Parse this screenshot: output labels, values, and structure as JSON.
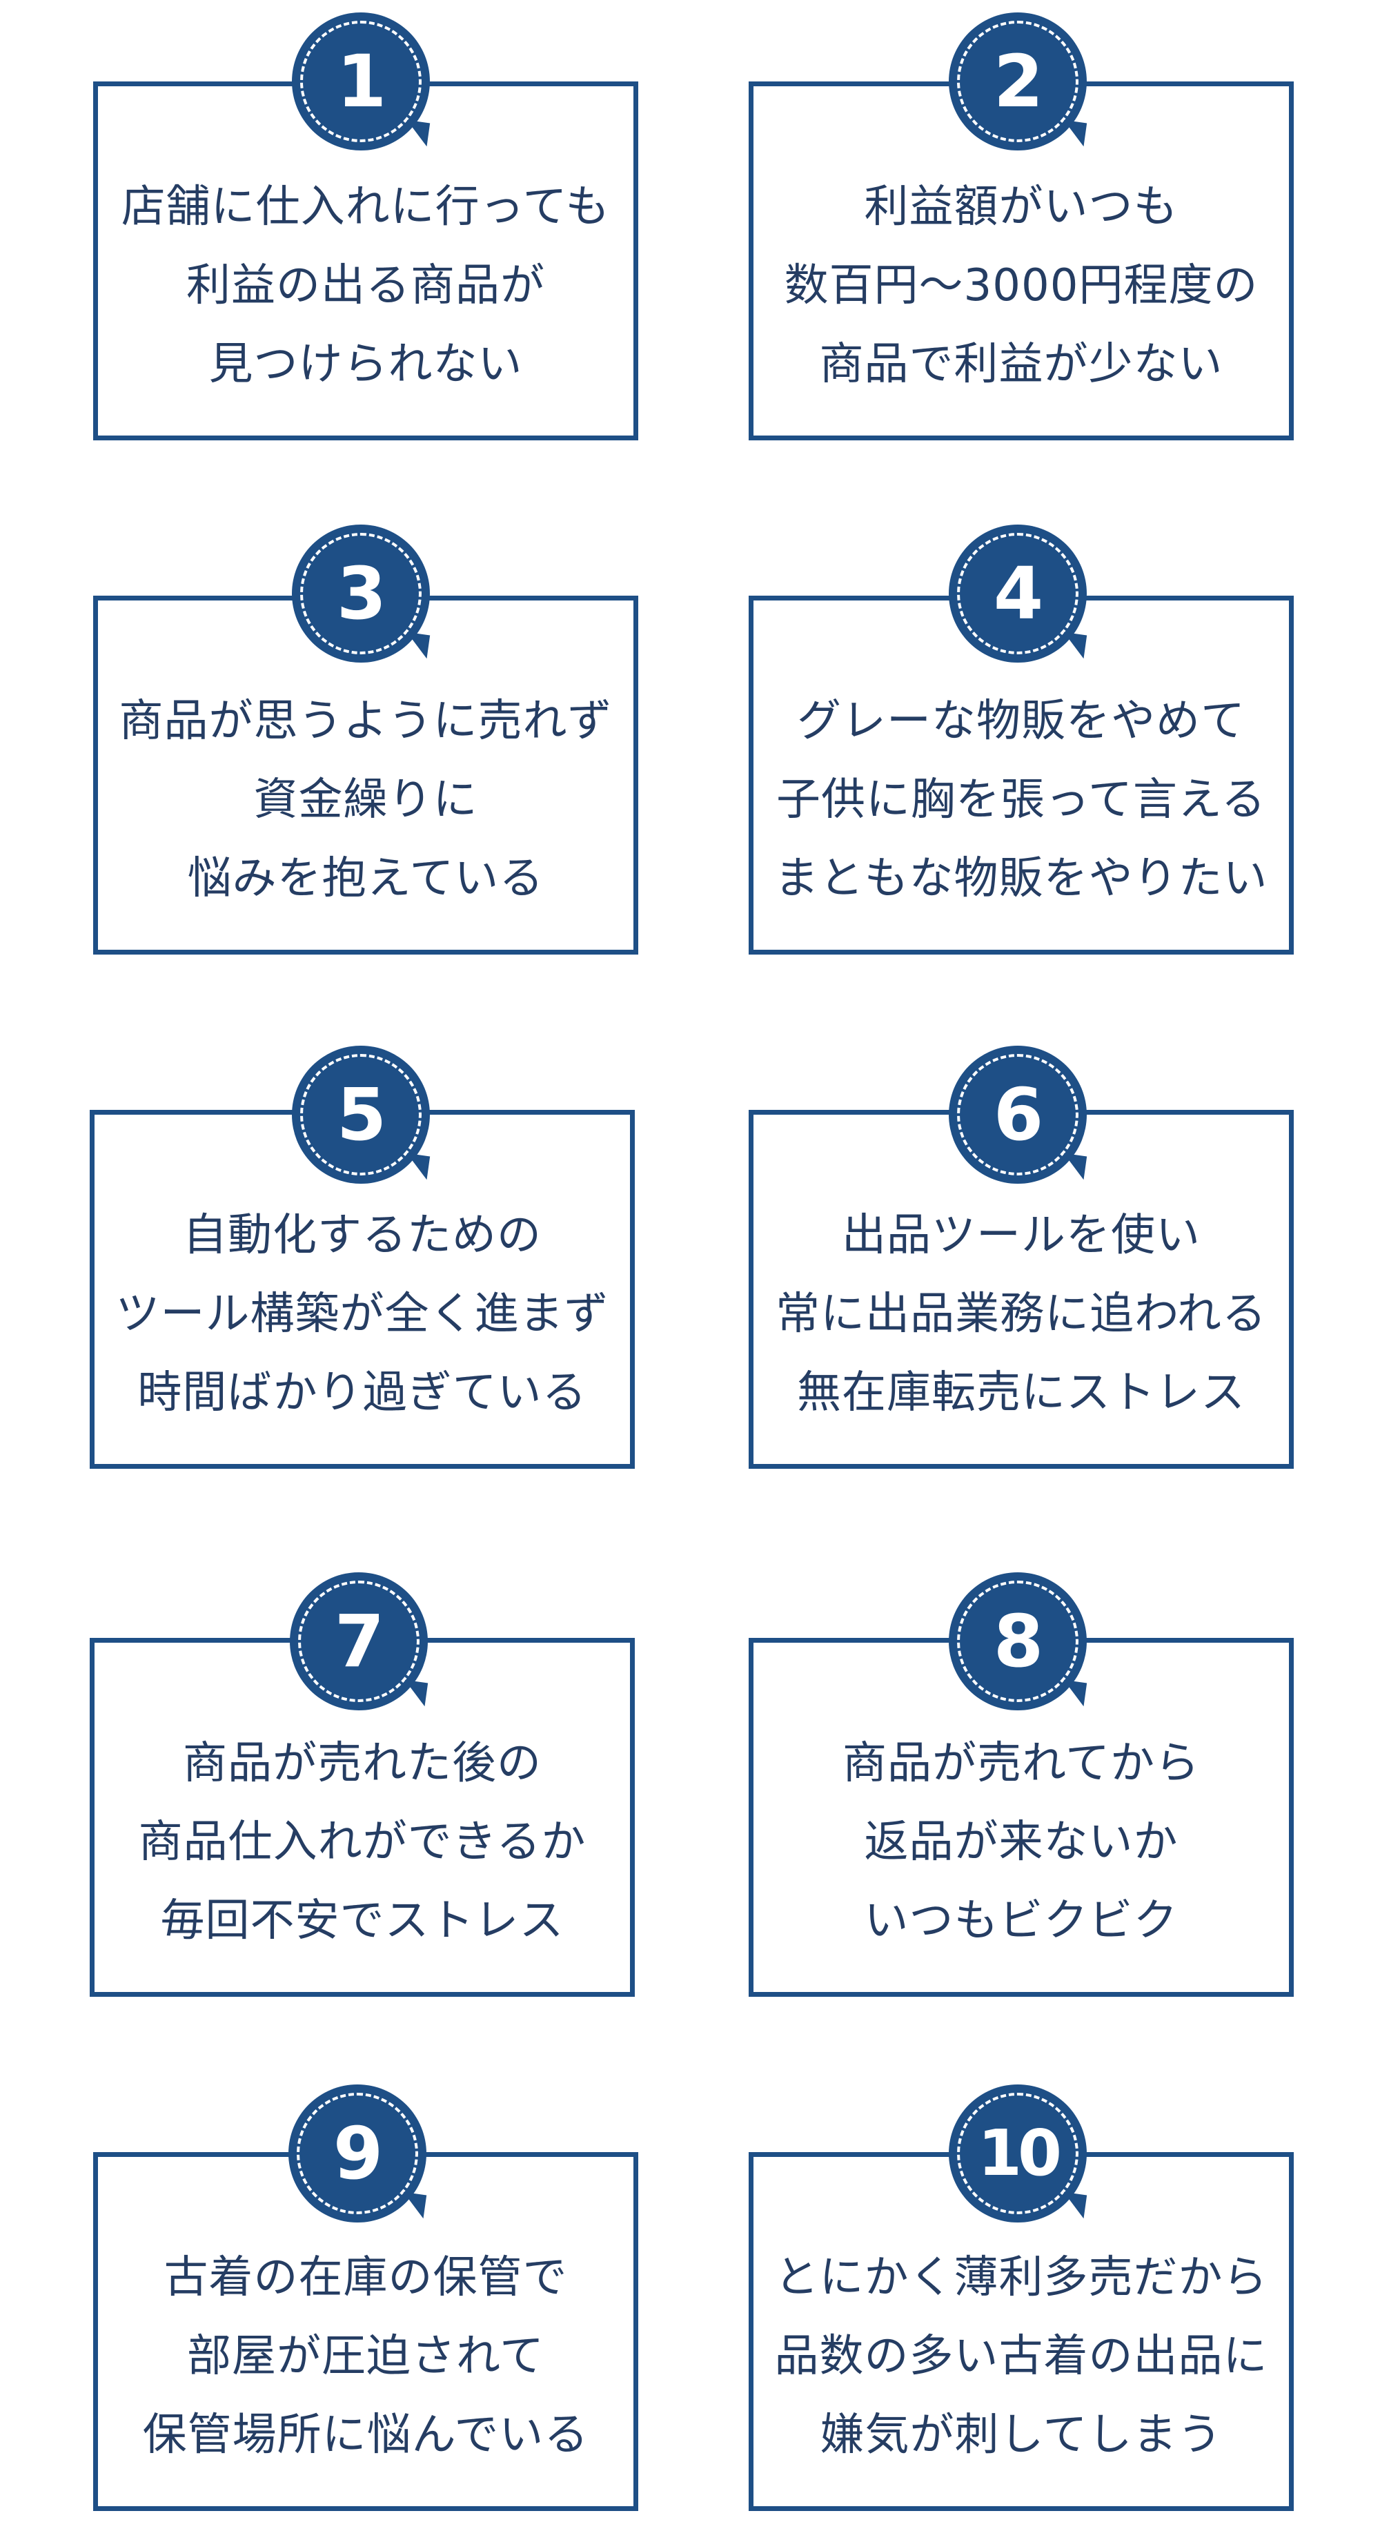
{
  "items": [
    {
      "number": "1",
      "lines": [
        "店舗に仕入れに行っても",
        "利益の出る商品が",
        "見つけられない"
      ]
    },
    {
      "number": "2",
      "lines": [
        "利益額がいつも",
        "数百円〜3000円程度の",
        "商品で利益が少ない"
      ]
    },
    {
      "number": "3",
      "lines": [
        "商品が思うように売れず",
        "資金繰りに",
        "悩みを抱えている"
      ]
    },
    {
      "number": "4",
      "lines": [
        "グレーな物販をやめて",
        "子供に胸を張って言える",
        "まともな物販をやりたい"
      ]
    },
    {
      "number": "5",
      "lines": [
        "自動化するための",
        "ツール構築が全く進まず",
        "時間ばかり過ぎている"
      ]
    },
    {
      "number": "6",
      "lines": [
        "出品ツールを使い",
        "常に出品業務に追われる",
        "無在庫転売にストレス"
      ]
    },
    {
      "number": "7",
      "lines": [
        "商品が売れた後の",
        "商品仕入れができるか",
        "毎回不安でストレス"
      ]
    },
    {
      "number": "8",
      "lines": [
        "商品が売れてから",
        "返品が来ないか",
        "いつもビクビク"
      ]
    },
    {
      "number": "9",
      "lines": [
        "古着の在庫の保管で",
        "部屋が圧迫されて",
        "保管場所に悩んでいる"
      ]
    },
    {
      "number": "10",
      "lines": [
        "とにかく薄利多売だから",
        "品数の多い古着の出品に",
        "嫌気が刺してしまう"
      ]
    }
  ],
  "colors": {
    "accent": "#1e4f86",
    "text": "#253d63",
    "background": "#ffffff"
  }
}
